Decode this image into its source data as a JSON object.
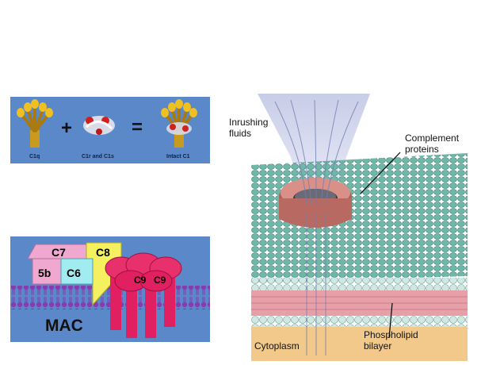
{
  "c1_panel": {
    "plus": "+",
    "equals": "=",
    "label_c1q": "C1q",
    "label_c1r_c1s": "C1r and C1s",
    "label_intact": "Intact C1"
  },
  "mac_panel": {
    "title": "MAC",
    "c5b": "5b",
    "c6": "C6",
    "c7": "C7",
    "c8": "C8",
    "c9": "C9"
  },
  "pore_panel": {
    "inrushing_line1": "Inrushing",
    "inrushing_line2": "fluids",
    "complement_line1": "Complement",
    "complement_line2": "proteins",
    "cytoplasm": "Cytoplasm",
    "phospholipid_line1": "Phospholipid",
    "phospholipid_line2": "bilayer"
  },
  "colors": {
    "panel_blue": "#5b88c8",
    "c7_pink": "#f0a8d0",
    "c8_yellow": "#f4f060",
    "c6_cyan": "#a0ecf0",
    "c9_red": "#e02060",
    "membrane_purple": "#8a3ab0",
    "membrane_green": "#3e9a8a"
  }
}
